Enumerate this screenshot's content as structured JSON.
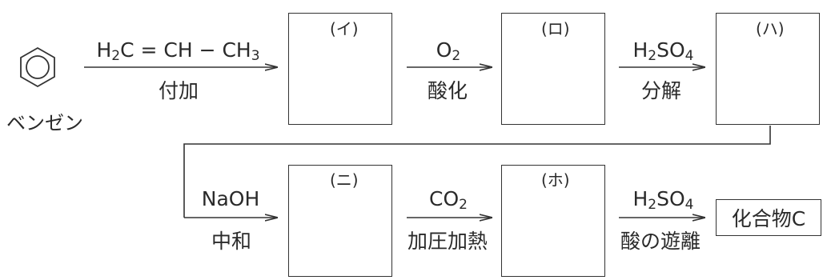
{
  "start": {
    "name": "ベンゼン",
    "structure_icon": "benzene-ring"
  },
  "steps": [
    {
      "above": [
        "H",
        "2",
        "C = CH − CH",
        "3",
        ""
      ],
      "below": "付加"
    },
    {
      "above": [
        "O",
        "2",
        ""
      ],
      "below": "酸化"
    },
    {
      "above": [
        "H",
        "2",
        "SO",
        "4",
        ""
      ],
      "below": "分解"
    },
    {
      "above": [
        "NaOH"
      ],
      "below": "中和"
    },
    {
      "above": [
        "CO",
        "2",
        ""
      ],
      "below": "加圧加熱"
    },
    {
      "above": [
        "H",
        "2",
        "SO",
        "4",
        ""
      ],
      "below": "酸の遊離"
    }
  ],
  "boxes": [
    {
      "label": "(イ)"
    },
    {
      "label": "(ロ)"
    },
    {
      "label": "(ハ)"
    },
    {
      "label": "(ニ)"
    },
    {
      "label": "(ホ)"
    }
  ],
  "final": {
    "label": "化合物C"
  }
}
